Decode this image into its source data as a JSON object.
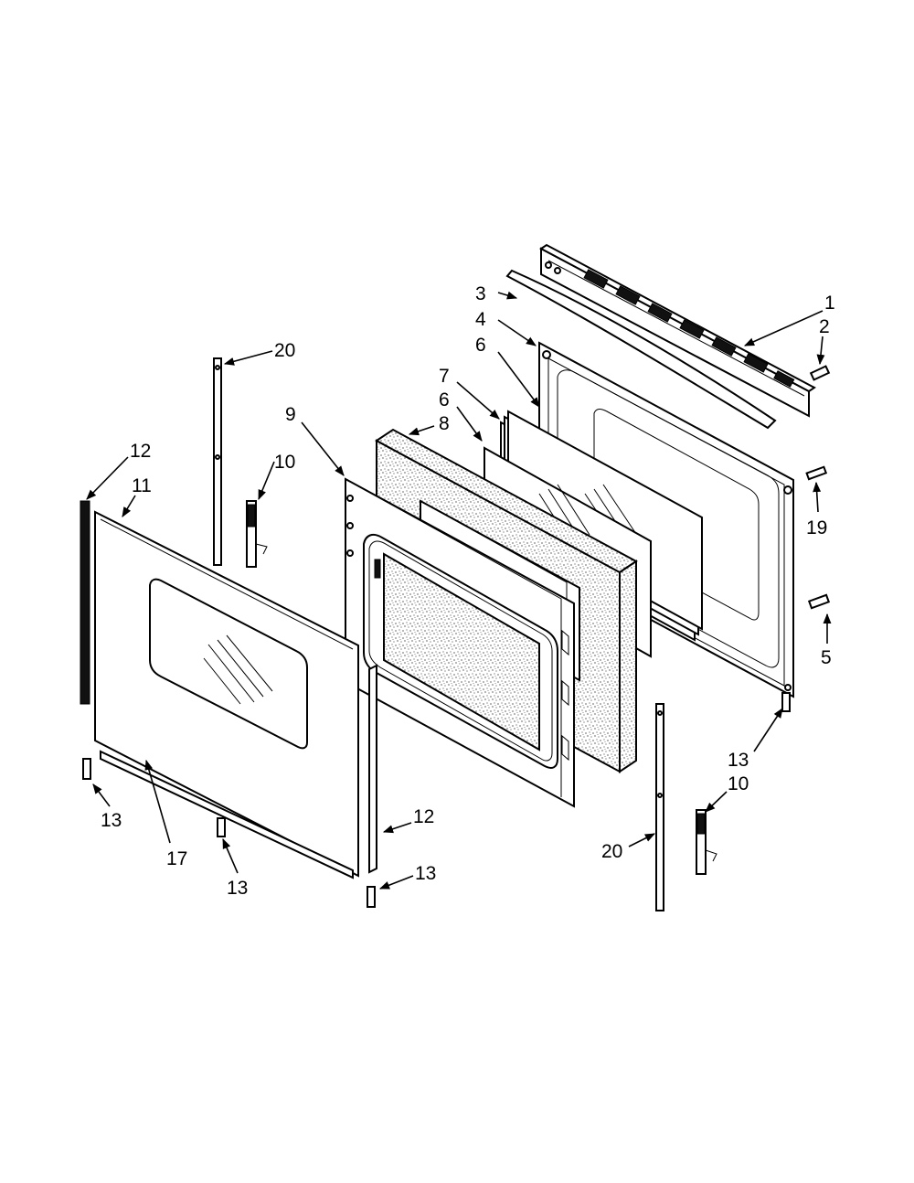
{
  "callouts": [
    {
      "id": "c1",
      "text": "1"
    },
    {
      "id": "c2",
      "text": "2"
    },
    {
      "id": "c3",
      "text": "3"
    },
    {
      "id": "c4",
      "text": "4"
    },
    {
      "id": "c6a",
      "text": "6"
    },
    {
      "id": "c7",
      "text": "7"
    },
    {
      "id": "c6b",
      "text": "6"
    },
    {
      "id": "c8",
      "text": "8"
    },
    {
      "id": "c9",
      "text": "9"
    },
    {
      "id": "c10a",
      "text": "10"
    },
    {
      "id": "c10b",
      "text": "10"
    },
    {
      "id": "c11",
      "text": "11"
    },
    {
      "id": "c12a",
      "text": "12"
    },
    {
      "id": "c12b",
      "text": "12"
    },
    {
      "id": "c13a",
      "text": "13"
    },
    {
      "id": "c13b",
      "text": "13"
    },
    {
      "id": "c13c",
      "text": "13"
    },
    {
      "id": "c13d",
      "text": "13"
    },
    {
      "id": "c17",
      "text": "17"
    },
    {
      "id": "c19",
      "text": "19"
    },
    {
      "id": "c5",
      "text": "5"
    },
    {
      "id": "c20a",
      "text": "20"
    },
    {
      "id": "c20b",
      "text": "20"
    }
  ]
}
